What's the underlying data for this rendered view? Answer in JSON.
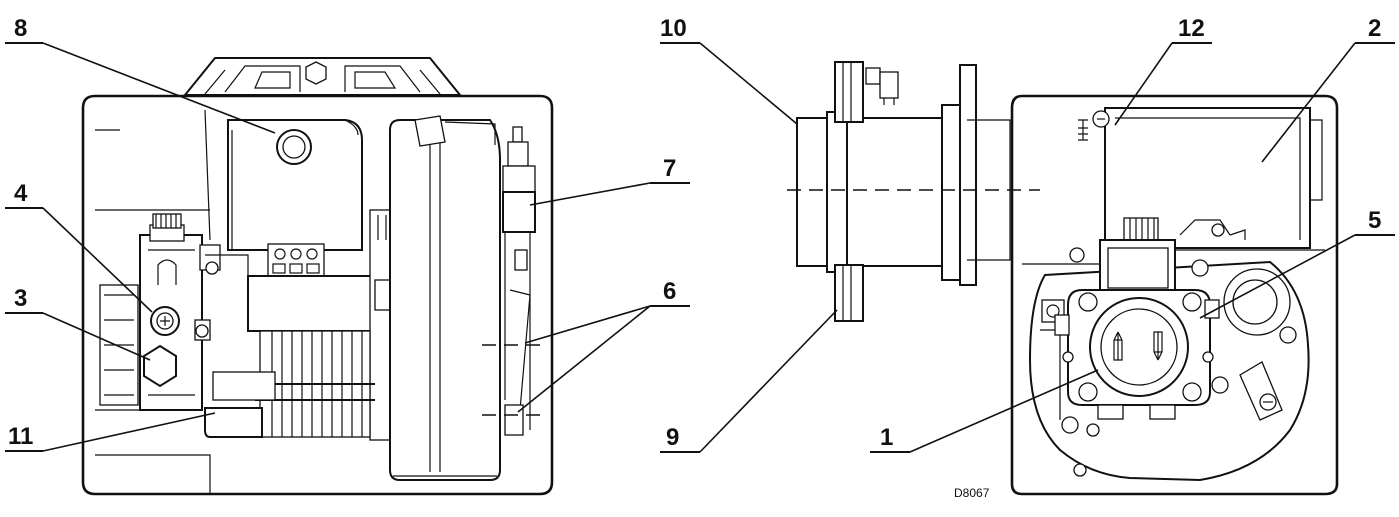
{
  "figure": {
    "drawing_code": "D8067",
    "callouts": [
      {
        "id": "c1",
        "label": "1"
      },
      {
        "id": "c2",
        "label": "2"
      },
      {
        "id": "c3",
        "label": "3"
      },
      {
        "id": "c4",
        "label": "4"
      },
      {
        "id": "c5",
        "label": "5"
      },
      {
        "id": "c6",
        "label": "6"
      },
      {
        "id": "c7",
        "label": "7"
      },
      {
        "id": "c8",
        "label": "8"
      },
      {
        "id": "c9",
        "label": "9"
      },
      {
        "id": "c10",
        "label": "10"
      },
      {
        "id": "c11",
        "label": "11"
      },
      {
        "id": "c12",
        "label": "12"
      }
    ],
    "line_color": "#111111",
    "background": "#ffffff"
  }
}
